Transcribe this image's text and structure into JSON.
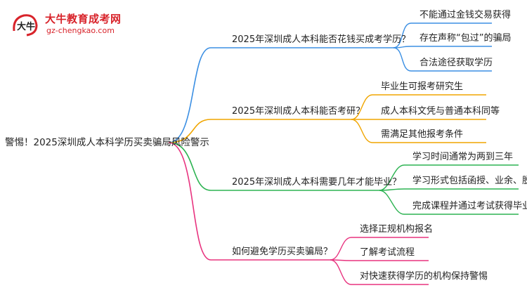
{
  "logo": {
    "title": "大牛教育成考网",
    "url": "gz-chengkao.com",
    "mark_text": "大牛"
  },
  "root": "警惕！2025深圳成人本科学历买卖骗局风险警示",
  "branches": [
    {
      "label": "2025年深圳成人本科能否花钱买成考学历？",
      "color": "#3b8fe3",
      "children": [
        "不能通过金钱交易获得",
        "存在声称“包过”的骗局",
        "合法途径获取学历"
      ]
    },
    {
      "label": "2025年深圳成人本科能否考研？",
      "color": "#f0a500",
      "children": [
        "毕业生可报考研究生",
        "成人本科文凭与普通本科同等",
        "需满足其他报考条件"
      ]
    },
    {
      "label": "2025年深圳成人本科需要几年才能毕业？",
      "color": "#2db352",
      "children": [
        "学习时间通常为两到三年",
        "学习形式包括函授、业余、脱产",
        "完成课程并通过考试获得毕业证"
      ]
    },
    {
      "label": "如何避免学历买卖骗局？",
      "color": "#e8337f",
      "children": [
        "选择正规机构报名",
        "了解考试流程",
        "对快速获得学历的机构保持警惕"
      ]
    }
  ]
}
